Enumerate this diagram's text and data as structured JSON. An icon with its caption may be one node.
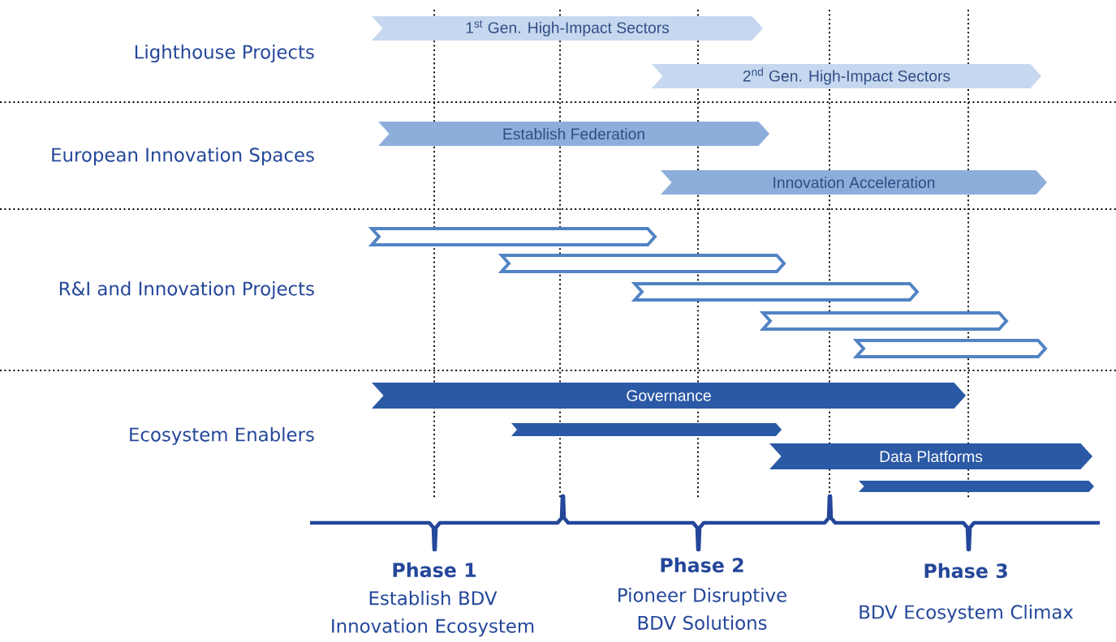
{
  "diagram": {
    "nodes": [
      {
        "text": [
          "1$^{st}$ Gen. High-Impact Sectors"
        ]
      },
      {
        "text": [
          "2$^{nd}$ Gen. High-Impact Sectors"
        ]
      },
      {
        "text": [
          "Establish Federation"
        ]
      },
      {
        "text": [
          "Innovation Acceleration"
        ]
      },
      {
        "text": [],
        "shape": "bar"
      },
      {
        "text": [],
        "shape": "bar"
      },
      {
        "text": [],
        "shape": "bar"
      },
      {
        "text": [],
        "shape": "bar"
      },
      {
        "text": [],
        "shape": "bar"
      },
      {
        "text": [
          "Governance"
        ]
      },
      {
        "text": [],
        "shape": "bar"
      },
      {
        "text": [
          "Data Platforms"
        ]
      },
      {
        "text": [],
        "shape": "bar"
      }
    ],
    "labels": [
      "Lighthouse Projects",
      "European Innovation Spaces",
      "R&I and Innovation Projects",
      "Ecosystem Enablers",
      "Phase 1",
      "Establish BDV Innovation Ecosystem",
      "Phase 2",
      "Pioneer Disruptive BDV Solutions",
      "Phase 3",
      "BDV Ecosystem Climax"
    ]
  }
}
